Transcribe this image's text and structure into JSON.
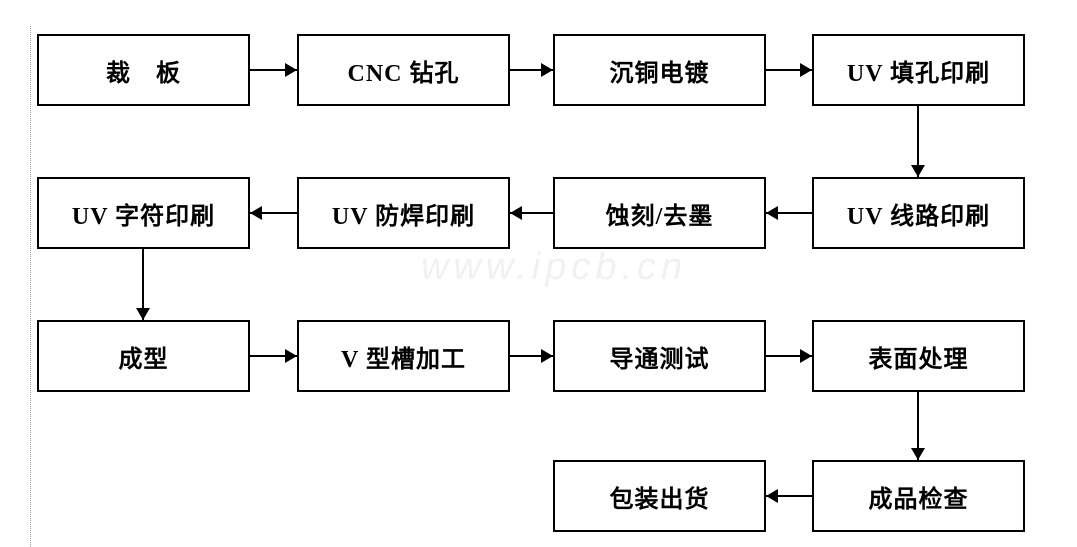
{
  "watermark": {
    "text": "www.ipcb.cn",
    "color": "#f1f1f1"
  },
  "colors": {
    "background": "#ffffff",
    "box_border": "#000000",
    "box_text": "#000000",
    "arrow": "#000000",
    "guide_line": "#9a9a9a"
  },
  "nodes": [
    {
      "id": "cut-board",
      "label": "裁　板"
    },
    {
      "id": "cnc-drilling",
      "label": "CNC 钻孔"
    },
    {
      "id": "copper-deposition-plating",
      "label": "沉铜电镀"
    },
    {
      "id": "uv-hole-fill-printing",
      "label": "UV 填孔印刷"
    },
    {
      "id": "uv-circuit-printing",
      "label": "UV 线路印刷"
    },
    {
      "id": "etching-ink-removal",
      "label": "蚀刻/去墨"
    },
    {
      "id": "uv-solder-mask-printing",
      "label": "UV 防焊印刷"
    },
    {
      "id": "uv-legend-printing",
      "label": "UV 字符印刷"
    },
    {
      "id": "forming",
      "label": "成型"
    },
    {
      "id": "v-groove-machining",
      "label": "V 型槽加工"
    },
    {
      "id": "continuity-testing",
      "label": "导通测试"
    },
    {
      "id": "surface-finishing",
      "label": "表面处理"
    },
    {
      "id": "final-inspection",
      "label": "成品检查"
    },
    {
      "id": "packing-shipping",
      "label": "包装出货"
    }
  ],
  "edges": [
    {
      "from": "cut-board",
      "to": "cnc-drilling",
      "direction": "right"
    },
    {
      "from": "cnc-drilling",
      "to": "copper-deposition-plating",
      "direction": "right"
    },
    {
      "from": "copper-deposition-plating",
      "to": "uv-hole-fill-printing",
      "direction": "right"
    },
    {
      "from": "uv-hole-fill-printing",
      "to": "uv-circuit-printing",
      "direction": "down"
    },
    {
      "from": "uv-circuit-printing",
      "to": "etching-ink-removal",
      "direction": "left"
    },
    {
      "from": "etching-ink-removal",
      "to": "uv-solder-mask-printing",
      "direction": "left"
    },
    {
      "from": "uv-solder-mask-printing",
      "to": "uv-legend-printing",
      "direction": "left"
    },
    {
      "from": "uv-legend-printing",
      "to": "forming",
      "direction": "down"
    },
    {
      "from": "forming",
      "to": "v-groove-machining",
      "direction": "right"
    },
    {
      "from": "v-groove-machining",
      "to": "continuity-testing",
      "direction": "right"
    },
    {
      "from": "continuity-testing",
      "to": "surface-finishing",
      "direction": "right"
    },
    {
      "from": "surface-finishing",
      "to": "final-inspection",
      "direction": "down"
    },
    {
      "from": "final-inspection",
      "to": "packing-shipping",
      "direction": "left"
    }
  ]
}
